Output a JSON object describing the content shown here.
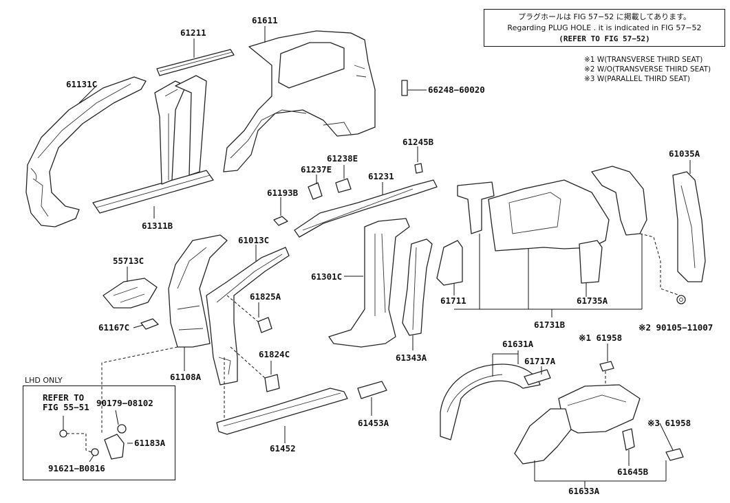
{
  "notice": {
    "line1": "プラグホールは FIG  57−52 に掲載してあります。",
    "line2": "Regarding  PLUG  HOLE . it is indicated in FIG  57−52",
    "line3": "(REFER TO FIG 57−52)"
  },
  "legend": {
    "items": [
      "※1 W(TRANSVERSE THIRD SEAT)",
      "※2 W/O(TRANSVERSE THIRD SEAT)",
      "※3 W(PARALLEL THIRD SEAT)"
    ]
  },
  "lhd": {
    "title": "LHD ONLY",
    "refer_line1": "REFER TO",
    "refer_line2": "FIG 55−51"
  },
  "labels": {
    "p61611": "61611",
    "p61211": "61211",
    "p61131C": "61131C",
    "p66248": "66248−60020",
    "p61311B": "61311B",
    "p61245B": "61245B",
    "p61238E": "61238E",
    "p61237E": "61237E",
    "p61231": "61231",
    "p61035A": "61035A",
    "p61193B": "61193B",
    "p55713C": "55713C",
    "p61013C": "61013C",
    "p61301C": "61301C",
    "p61825A": "61825A",
    "p61167C": "61167C",
    "p61711": "61711",
    "p61735A": "61735A",
    "p61731B": "61731B",
    "p90105": "※2 90105−11007",
    "p61108A": "61108A",
    "p61824C": "61824C",
    "p61343A": "61343A",
    "p61631A": "61631A",
    "p61958_1": "※1 61958",
    "p61717A": "61717A",
    "p90179": "90179−08102",
    "p61183A": "61183A",
    "p91621": "91621−B0816",
    "p61452": "61452",
    "p61453A": "61453A",
    "p61958_3": "※3 61958",
    "p61645B": "61645B",
    "p61633A": "61633A"
  }
}
